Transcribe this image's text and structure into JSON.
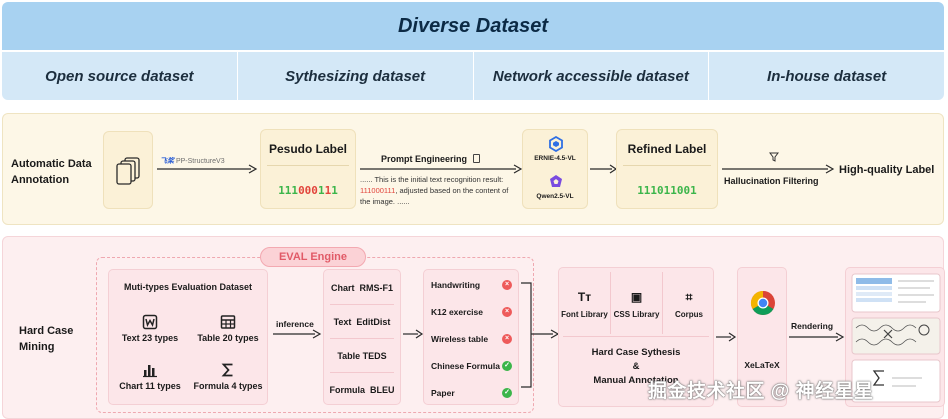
{
  "banner": {
    "title": "Diverse Dataset",
    "categories": [
      "Open source dataset",
      "Sythesizing dataset",
      "Network accessible dataset",
      "In-house dataset"
    ]
  },
  "auto": {
    "title": "Automatic Data Annotation",
    "pp_brand": "飞桨",
    "pp_model": "PP-StructureV3",
    "pseudo_title": "Pesudo Label",
    "pseudo_bits": [
      {
        "v": "111",
        "c": "g"
      },
      {
        "v": "000",
        "c": "r"
      },
      {
        "v": "1",
        "c": "g"
      },
      {
        "v": "1",
        "c": "r"
      },
      {
        "v": "1",
        "c": "g"
      }
    ],
    "prompt_label": "Prompt Engineering",
    "prompt_text_pre": "......  This is the initial text recognition result: ",
    "prompt_text_bin": "111000111",
    "prompt_text_post": ", adjusted based on the content of the image. ......",
    "model_1": "ERNIE-4.5-VL",
    "model_2": "Qwen2.5-VL",
    "refined_title": "Refined Label",
    "refined_bits": "111011001",
    "filter_label": "Hallucination Filtering",
    "output": "High-quality Label"
  },
  "hard": {
    "title": "Hard Case Mining",
    "engine": "EVAL Engine",
    "dataset_title": "Muti-types Evaluation Dataset",
    "dataset_cells": [
      {
        "label": "Text 23 types",
        "icon": "word-icon"
      },
      {
        "label": "Table 20 types",
        "icon": "table-icon"
      },
      {
        "label": "Chart 11 types",
        "icon": "bar-chart-icon"
      },
      {
        "label": "Formula 4 types",
        "icon": "sigma-icon"
      }
    ],
    "inference": "inference",
    "metrics": [
      {
        "name": "Chart",
        "metric": "RMS-F1"
      },
      {
        "name": "Text",
        "metric": "EditDist"
      },
      {
        "name": "Table",
        "metric": "TEDS"
      },
      {
        "name": "Formula",
        "metric": "BLEU"
      }
    ],
    "cases": [
      {
        "label": "Handwriting",
        "status": "fail"
      },
      {
        "label": "K12 exercise",
        "status": "fail"
      },
      {
        "label": "Wireless table",
        "status": "fail"
      },
      {
        "label": "Chinese Formula",
        "status": "pass"
      },
      {
        "label": "Paper",
        "status": "pass"
      }
    ],
    "libs": [
      {
        "label": "Font Library",
        "icon": "font-icon"
      },
      {
        "label": "CSS Library",
        "icon": "css-icon"
      },
      {
        "label": "Corpus",
        "icon": "scan-icon"
      }
    ],
    "synth_line1": "Hard Case Sythesis",
    "synth_line2": "&",
    "synth_line3": "Manual Annotation",
    "xelatex": "XeLaTeX",
    "rendering": "Rendering"
  },
  "watermark": "掘金技术社区 @ 神经星星",
  "colors": {
    "green": "#3bb54a",
    "red": "#e2453c",
    "banner": "#a8d2f1"
  }
}
